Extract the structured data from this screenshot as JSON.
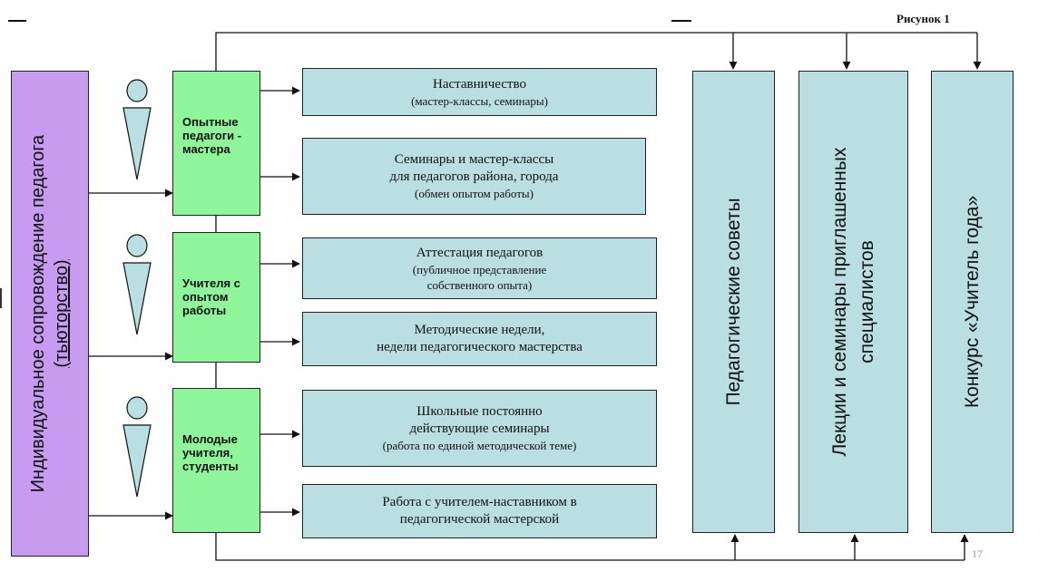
{
  "figure_label": "Рисунок 1",
  "page_number": "17",
  "left_bar": {
    "line1": "Индивидуальное сопровождение педагога",
    "line2": "(тьюторство)"
  },
  "groups": [
    {
      "line1": "Опытные",
      "line2": "педагоги -",
      "line3": "мастера"
    },
    {
      "line1": "Учителя с",
      "line2": "опытом",
      "line3": "работы"
    },
    {
      "line1": "Молодые",
      "line2": "учителя,",
      "line3": "студенты"
    }
  ],
  "activities": [
    {
      "line1": "Наставничество",
      "line2": "(мастер-классы, семинары)"
    },
    {
      "line1": "Семинары и мастер-классы",
      "line2": "для педагогов района, города",
      "line3": "(обмен опытом работы)"
    },
    {
      "line1": "Аттестация педагогов",
      "line2": "(публичное представление",
      "line3": "собственного опыта)"
    },
    {
      "line1": "Методические недели,",
      "line2": "недели педагогического мастерства"
    },
    {
      "line1": "Школьные постоянно",
      "line2": "действующие семинары",
      "line3": "(работа по единой методической теме)"
    },
    {
      "line1": "Работа с учителем-наставником в",
      "line2": "педагогической мастерской"
    }
  ],
  "columns": [
    {
      "line1": "Педагогические советы"
    },
    {
      "line1": "Лекции и семинары приглашенных",
      "line2": "специалистов"
    },
    {
      "line1": "Конкурс «Учитель года»"
    }
  ],
  "colors": {
    "purple_box": "#c79cf0",
    "green_box": "#8ef59a",
    "blue_box": "#b9dfe3",
    "line": "#111111"
  },
  "icons": [
    "person-icon",
    "person-icon",
    "person-icon"
  ]
}
